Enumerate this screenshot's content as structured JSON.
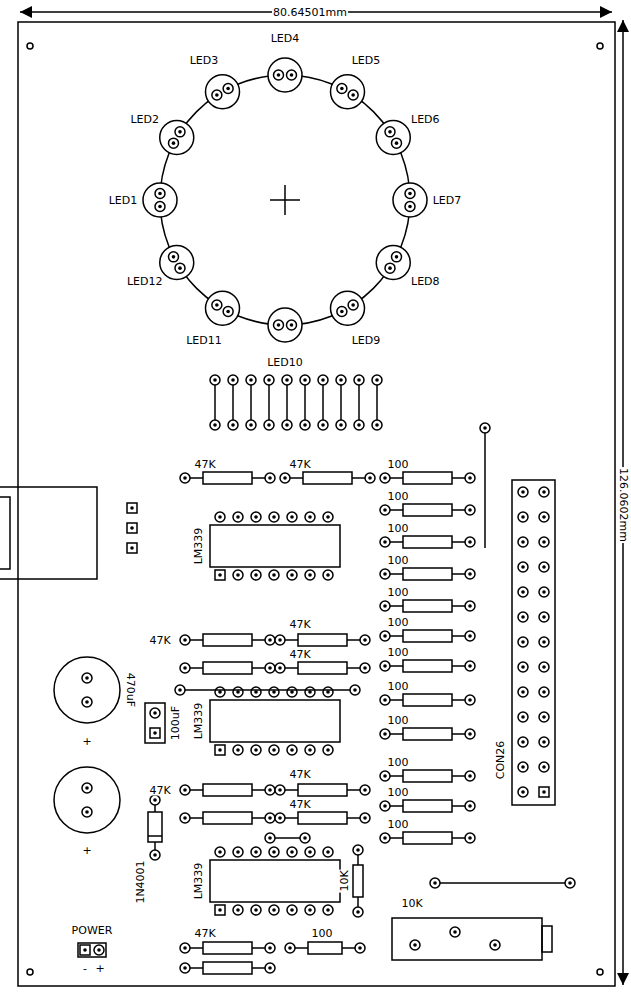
{
  "diagram": {
    "labels": [
      "80.64501mm",
      "126.0602mm",
      "LED1",
      "LED2",
      "LED3",
      "LED4",
      "LED5",
      "LED6",
      "LED7",
      "LED8",
      "LED9",
      "LED10",
      "LED11",
      "LED12",
      "47K",
      "47K",
      "100",
      "100",
      "100",
      "100",
      "100",
      "100",
      "100",
      "100",
      "100",
      "100",
      "100",
      "100",
      "LM339",
      "47K",
      "47K",
      "47K",
      "LM339",
      "470uF",
      "100uF",
      "+",
      "47K",
      "47K",
      "47K",
      "1N4001",
      "+",
      "CON26",
      "LM339",
      "10K",
      "10K",
      "47K",
      "100",
      "POWER",
      "-",
      "+"
    ]
  }
}
